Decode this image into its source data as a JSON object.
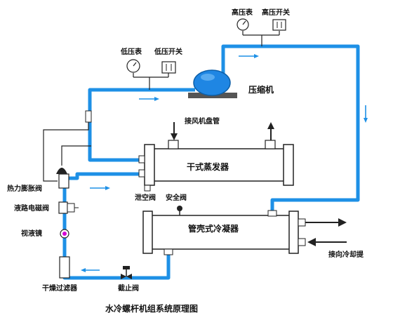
{
  "labels": {
    "high_pressure_gauge": "高压表",
    "high_pressure_switch": "高压开关",
    "low_pressure_gauge": "低压表",
    "low_pressure_switch": "低压开关",
    "compressor": "压缩机",
    "air_coil_connection": "接风机盘管",
    "evaporator": "干式蒸发器",
    "thermal_expansion_valve": "热力膨胀阀",
    "liquid_solenoid_valve": "液路电磁阀",
    "sight_glass": "视液镜",
    "dryer_filter": "干燥过滤器",
    "stop_valve": "截止阀",
    "drain_valve": "泄空阀",
    "safety_valve": "安全阀",
    "condenser": "管壳式冷凝器",
    "cooling_tower_connection": "接向冷却提",
    "caption": "水冷螺杆机组系统原理图"
  },
  "colors": {
    "pipe": "#1e90e6",
    "compressor": "#1f86e3",
    "wire": "#222222"
  }
}
